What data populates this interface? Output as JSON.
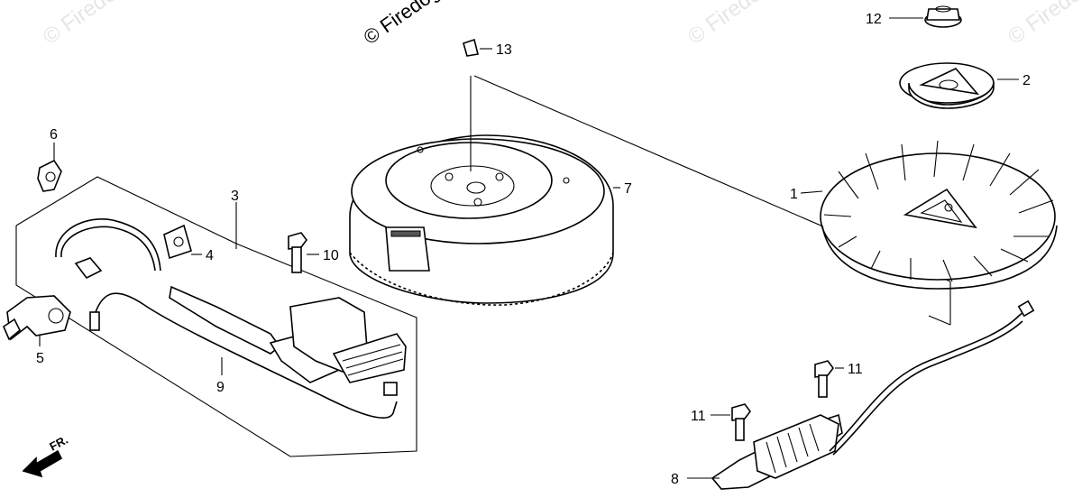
{
  "watermarks": [
    "© Firedog",
    "© Firedog",
    "© Firedog",
    "© Firedog"
  ],
  "direction_label": "FR.",
  "callouts": [
    {
      "key": "c1",
      "label": "1",
      "part": "fan"
    },
    {
      "key": "c2",
      "label": "2",
      "part": "fan-plate"
    },
    {
      "key": "c3",
      "label": "3",
      "part": "ignition-coil-assembly"
    },
    {
      "key": "c4",
      "label": "4",
      "part": "grommet"
    },
    {
      "key": "c5",
      "label": "5",
      "part": "spark-plug-cap"
    },
    {
      "key": "c6",
      "label": "6",
      "part": "wire-clip"
    },
    {
      "key": "c7",
      "label": "7",
      "part": "flywheel"
    },
    {
      "key": "c8",
      "label": "8",
      "part": "charge-coil"
    },
    {
      "key": "c9",
      "label": "9",
      "part": "stop-wire"
    },
    {
      "key": "c10",
      "label": "10",
      "part": "bolt"
    },
    {
      "key": "c11a",
      "label": "11",
      "part": "bolt"
    },
    {
      "key": "c11b",
      "label": "11",
      "part": "bolt"
    },
    {
      "key": "c12",
      "label": "12",
      "part": "flange-nut"
    },
    {
      "key": "c13",
      "label": "13",
      "part": "woodruff-key"
    }
  ],
  "colors": {
    "ink": "#000000",
    "watermark": "#e6e6e6",
    "background": "#ffffff"
  }
}
